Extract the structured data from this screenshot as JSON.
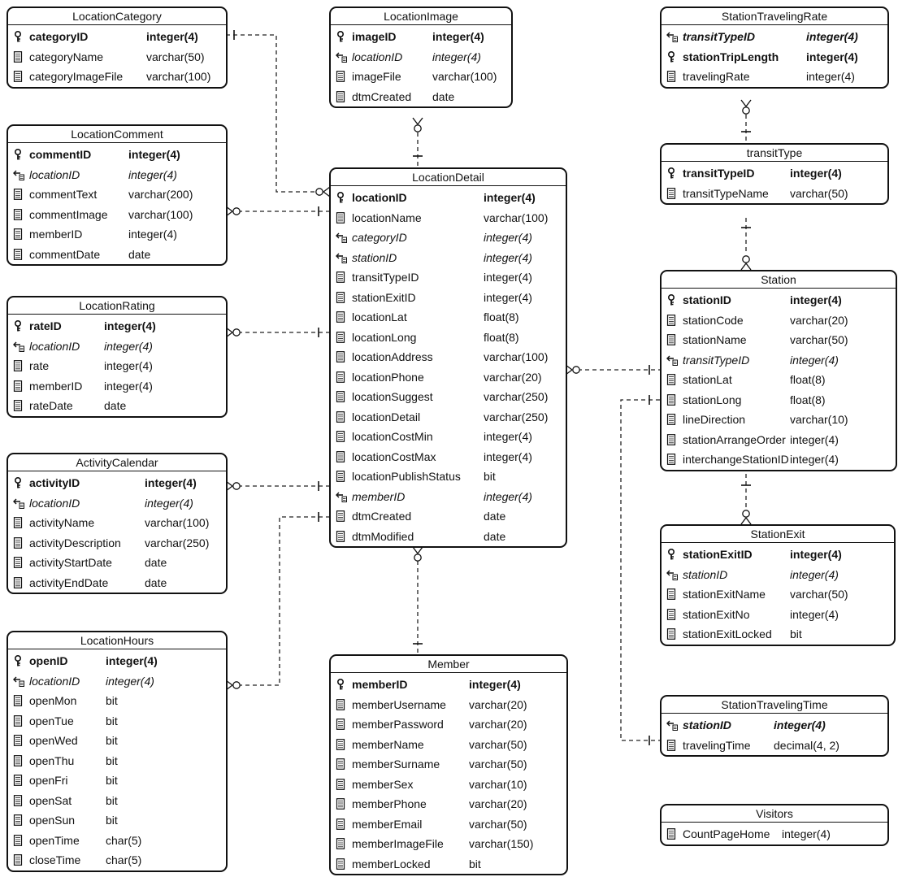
{
  "tables": [
    {
      "id": "LocationCategory",
      "title": "LocationCategory",
      "columns": [
        {
          "name": "categoryID",
          "type": "integer(4)",
          "key": "pk"
        },
        {
          "name": "categoryName",
          "type": "varchar(50)",
          "key": ""
        },
        {
          "name": "categoryImageFile",
          "type": "varchar(100)",
          "key": ""
        }
      ]
    },
    {
      "id": "LocationImage",
      "title": "LocationImage",
      "columns": [
        {
          "name": "imageID",
          "type": "integer(4)",
          "key": "pk"
        },
        {
          "name": "locationID",
          "type": "integer(4)",
          "key": "fk"
        },
        {
          "name": "imageFile",
          "type": "varchar(100)",
          "key": ""
        },
        {
          "name": "dtmCreated",
          "type": "date",
          "key": ""
        }
      ]
    },
    {
      "id": "StationTravelingRate",
      "title": "StationTravelingRate",
      "columns": [
        {
          "name": "transitTypeID",
          "type": "integer(4)",
          "key": "pkfk"
        },
        {
          "name": "stationTripLength",
          "type": "integer(4)",
          "key": "pk"
        },
        {
          "name": "travelingRate",
          "type": "integer(4)",
          "key": ""
        }
      ]
    },
    {
      "id": "LocationComment",
      "title": "LocationComment",
      "columns": [
        {
          "name": "commentID",
          "type": "integer(4)",
          "key": "pk"
        },
        {
          "name": "locationID",
          "type": "integer(4)",
          "key": "fk"
        },
        {
          "name": "commentText",
          "type": "varchar(200)",
          "key": ""
        },
        {
          "name": "commentImage",
          "type": "varchar(100)",
          "key": ""
        },
        {
          "name": "memberID",
          "type": "integer(4)",
          "key": ""
        },
        {
          "name": "commentDate",
          "type": "date",
          "key": ""
        }
      ]
    },
    {
      "id": "transitType",
      "title": "transitType",
      "columns": [
        {
          "name": "transitTypeID",
          "type": "integer(4)",
          "key": "pk"
        },
        {
          "name": "transitTypeName",
          "type": "varchar(50)",
          "key": ""
        }
      ]
    },
    {
      "id": "LocationDetail",
      "title": "LocationDetail",
      "columns": [
        {
          "name": "locationID",
          "type": "integer(4)",
          "key": "pk"
        },
        {
          "name": "locationName",
          "type": "varchar(100)",
          "key": ""
        },
        {
          "name": "categoryID",
          "type": "integer(4)",
          "key": "fk"
        },
        {
          "name": "stationID",
          "type": "integer(4)",
          "key": "fk"
        },
        {
          "name": "transitTypeID",
          "type": "integer(4)",
          "key": ""
        },
        {
          "name": "stationExitID",
          "type": "integer(4)",
          "key": ""
        },
        {
          "name": "locationLat",
          "type": "float(8)",
          "key": ""
        },
        {
          "name": "locationLong",
          "type": "float(8)",
          "key": ""
        },
        {
          "name": "locationAddress",
          "type": "varchar(100)",
          "key": ""
        },
        {
          "name": "locationPhone",
          "type": "varchar(20)",
          "key": ""
        },
        {
          "name": "locationSuggest",
          "type": "varchar(250)",
          "key": ""
        },
        {
          "name": "locationDetail",
          "type": "varchar(250)",
          "key": ""
        },
        {
          "name": "locationCostMin",
          "type": "integer(4)",
          "key": ""
        },
        {
          "name": "locationCostMax",
          "type": "integer(4)",
          "key": ""
        },
        {
          "name": "locationPublishStatus",
          "type": "bit",
          "key": ""
        },
        {
          "name": "memberID",
          "type": "integer(4)",
          "key": "fk"
        },
        {
          "name": "dtmCreated",
          "type": "date",
          "key": ""
        },
        {
          "name": "dtmModified",
          "type": "date",
          "key": ""
        }
      ]
    },
    {
      "id": "Station",
      "title": "Station",
      "columns": [
        {
          "name": "stationID",
          "type": "integer(4)",
          "key": "pk"
        },
        {
          "name": "stationCode",
          "type": "varchar(20)",
          "key": ""
        },
        {
          "name": "stationName",
          "type": "varchar(50)",
          "key": ""
        },
        {
          "name": "transitTypeID",
          "type": "integer(4)",
          "key": "fk"
        },
        {
          "name": "stationLat",
          "type": "float(8)",
          "key": ""
        },
        {
          "name": "stationLong",
          "type": "float(8)",
          "key": ""
        },
        {
          "name": "lineDirection",
          "type": "varchar(10)",
          "key": ""
        },
        {
          "name": "stationArrangeOrder",
          "type": "integer(4)",
          "key": ""
        },
        {
          "name": "interchangeStationID",
          "type": "integer(4)",
          "key": ""
        }
      ]
    },
    {
      "id": "LocationRating",
      "title": "LocationRating",
      "columns": [
        {
          "name": "rateID",
          "type": "integer(4)",
          "key": "pk"
        },
        {
          "name": "locationID",
          "type": "integer(4)",
          "key": "fk"
        },
        {
          "name": "rate",
          "type": "integer(4)",
          "key": ""
        },
        {
          "name": "memberID",
          "type": "integer(4)",
          "key": ""
        },
        {
          "name": "rateDate",
          "type": "date",
          "key": ""
        }
      ]
    },
    {
      "id": "ActivityCalendar",
      "title": "ActivityCalendar",
      "columns": [
        {
          "name": "activityID",
          "type": "integer(4)",
          "key": "pk"
        },
        {
          "name": "locationID",
          "type": "integer(4)",
          "key": "fk"
        },
        {
          "name": "activityName",
          "type": "varchar(100)",
          "key": ""
        },
        {
          "name": "activityDescription",
          "type": "varchar(250)",
          "key": ""
        },
        {
          "name": "activityStartDate",
          "type": "date",
          "key": ""
        },
        {
          "name": "activityEndDate",
          "type": "date",
          "key": ""
        }
      ]
    },
    {
      "id": "StationExit",
      "title": "StationExit",
      "columns": [
        {
          "name": "stationExitID",
          "type": "integer(4)",
          "key": "pk"
        },
        {
          "name": "stationID",
          "type": "integer(4)",
          "key": "fk"
        },
        {
          "name": "stationExitName",
          "type": "varchar(50)",
          "key": ""
        },
        {
          "name": "stationExitNo",
          "type": "integer(4)",
          "key": ""
        },
        {
          "name": "stationExitLocked",
          "type": "bit",
          "key": ""
        }
      ]
    },
    {
      "id": "LocationHours",
      "title": "LocationHours",
      "columns": [
        {
          "name": "openID",
          "type": "integer(4)",
          "key": "pk"
        },
        {
          "name": "locationID",
          "type": "integer(4)",
          "key": "fk"
        },
        {
          "name": "openMon",
          "type": "bit",
          "key": ""
        },
        {
          "name": "openTue",
          "type": "bit",
          "key": ""
        },
        {
          "name": "openWed",
          "type": "bit",
          "key": ""
        },
        {
          "name": "openThu",
          "type": "bit",
          "key": ""
        },
        {
          "name": "openFri",
          "type": "bit",
          "key": ""
        },
        {
          "name": "openSat",
          "type": "bit",
          "key": ""
        },
        {
          "name": "openSun",
          "type": "bit",
          "key": ""
        },
        {
          "name": "openTime",
          "type": "char(5)",
          "key": ""
        },
        {
          "name": "closeTime",
          "type": "char(5)",
          "key": ""
        }
      ]
    },
    {
      "id": "Member",
      "title": "Member",
      "columns": [
        {
          "name": "memberID",
          "type": "integer(4)",
          "key": "pk"
        },
        {
          "name": "memberUsername",
          "type": "varchar(20)",
          "key": ""
        },
        {
          "name": "memberPassword",
          "type": "varchar(20)",
          "key": ""
        },
        {
          "name": "memberName",
          "type": "varchar(50)",
          "key": ""
        },
        {
          "name": "memberSurname",
          "type": "varchar(50)",
          "key": ""
        },
        {
          "name": "memberSex",
          "type": "varchar(10)",
          "key": ""
        },
        {
          "name": "memberPhone",
          "type": "varchar(20)",
          "key": ""
        },
        {
          "name": "memberEmail",
          "type": "varchar(50)",
          "key": ""
        },
        {
          "name": "memberImageFile",
          "type": "varchar(150)",
          "key": ""
        },
        {
          "name": "memberLocked",
          "type": "bit",
          "key": ""
        }
      ]
    },
    {
      "id": "StationTravelingTime",
      "title": "StationTravelingTime",
      "columns": [
        {
          "name": "stationID",
          "type": "integer(4)",
          "key": "pkfk"
        },
        {
          "name": "travelingTime",
          "type": "decimal(4, 2)",
          "key": ""
        }
      ]
    },
    {
      "id": "Visitors",
      "title": "Visitors",
      "columns": [
        {
          "name": "CountPageHome",
          "type": "integer(4)",
          "key": ""
        }
      ]
    }
  ],
  "relationships": [
    {
      "parent": "LocationCategory",
      "child": "LocationDetail",
      "type": "one-to-many-optional"
    },
    {
      "parent": "LocationDetail",
      "child": "LocationImage",
      "type": "one-to-many-optional"
    },
    {
      "parent": "LocationDetail",
      "child": "LocationComment",
      "type": "one-to-many-optional"
    },
    {
      "parent": "LocationDetail",
      "child": "LocationRating",
      "type": "one-to-many-optional"
    },
    {
      "parent": "LocationDetail",
      "child": "ActivityCalendar",
      "type": "one-to-many-optional"
    },
    {
      "parent": "Member",
      "child": "LocationDetail",
      "type": "one-to-many-optional"
    },
    {
      "parent": "LocationDetail",
      "child": "LocationHours",
      "type": "one-to-many-optional"
    },
    {
      "parent": "Station",
      "child": "LocationDetail",
      "type": "one-to-many-optional"
    },
    {
      "parent": "transitType",
      "child": "StationTravelingRate",
      "type": "one-to-many-optional"
    },
    {
      "parent": "transitType",
      "child": "Station",
      "type": "one-to-many-optional"
    },
    {
      "parent": "Station",
      "child": "StationExit",
      "type": "one-to-many-optional"
    },
    {
      "parent": "Station",
      "child": "StationTravelingTime",
      "type": "one-to-one"
    }
  ]
}
